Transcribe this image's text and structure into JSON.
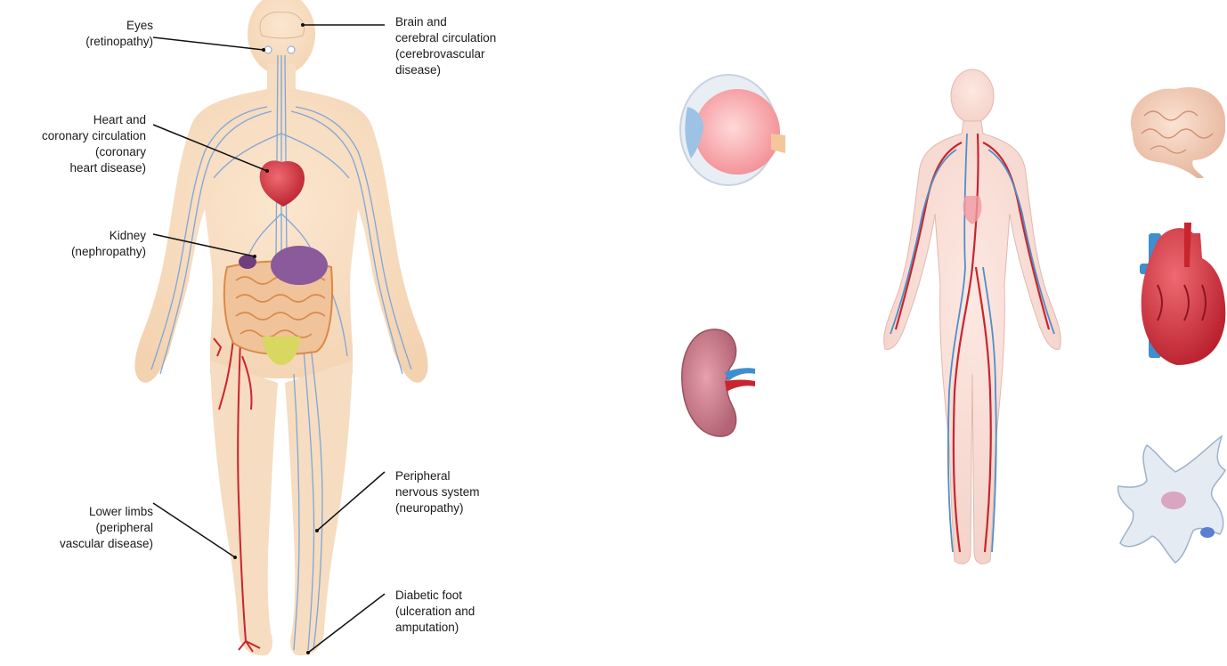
{
  "labels": {
    "eyes": {
      "lines": [
        "Eyes",
        "(retinopathy)"
      ]
    },
    "brain": {
      "lines": [
        "Brain and",
        "cerebral circulation",
        "(cerebrovascular",
        "disease)"
      ]
    },
    "heart": {
      "lines": [
        "Heart and",
        "coronary circulation",
        "(coronary",
        "heart disease)"
      ]
    },
    "kidney": {
      "lines": [
        "Kidney",
        "(nephropathy)"
      ]
    },
    "lower_limbs": {
      "lines": [
        "Lower limbs",
        "(peripheral",
        "vascular disease)"
      ]
    },
    "peripheral_nervous": {
      "lines": [
        "Peripheral",
        "nervous system",
        "(neuropathy)"
      ]
    },
    "diabetic_foot": {
      "lines": [
        "Diabetic foot",
        "(ulceration and",
        "amputation)"
      ]
    }
  },
  "colors": {
    "skin": "#f6dcc0",
    "skin_outline": "#e8c4a0",
    "nerve": "#7ea6d8",
    "artery": "#c8252f",
    "heart": "#d2303c",
    "kidney_purple": "#8a5a9a",
    "intestine": "#e6a86a",
    "bladder": "#d8d860",
    "label_line": "#111111"
  },
  "icons": [
    "eye-icon",
    "brain-icon",
    "heart-organ-icon",
    "kidney-icon",
    "neuron-icon",
    "circulatory-body-icon"
  ]
}
